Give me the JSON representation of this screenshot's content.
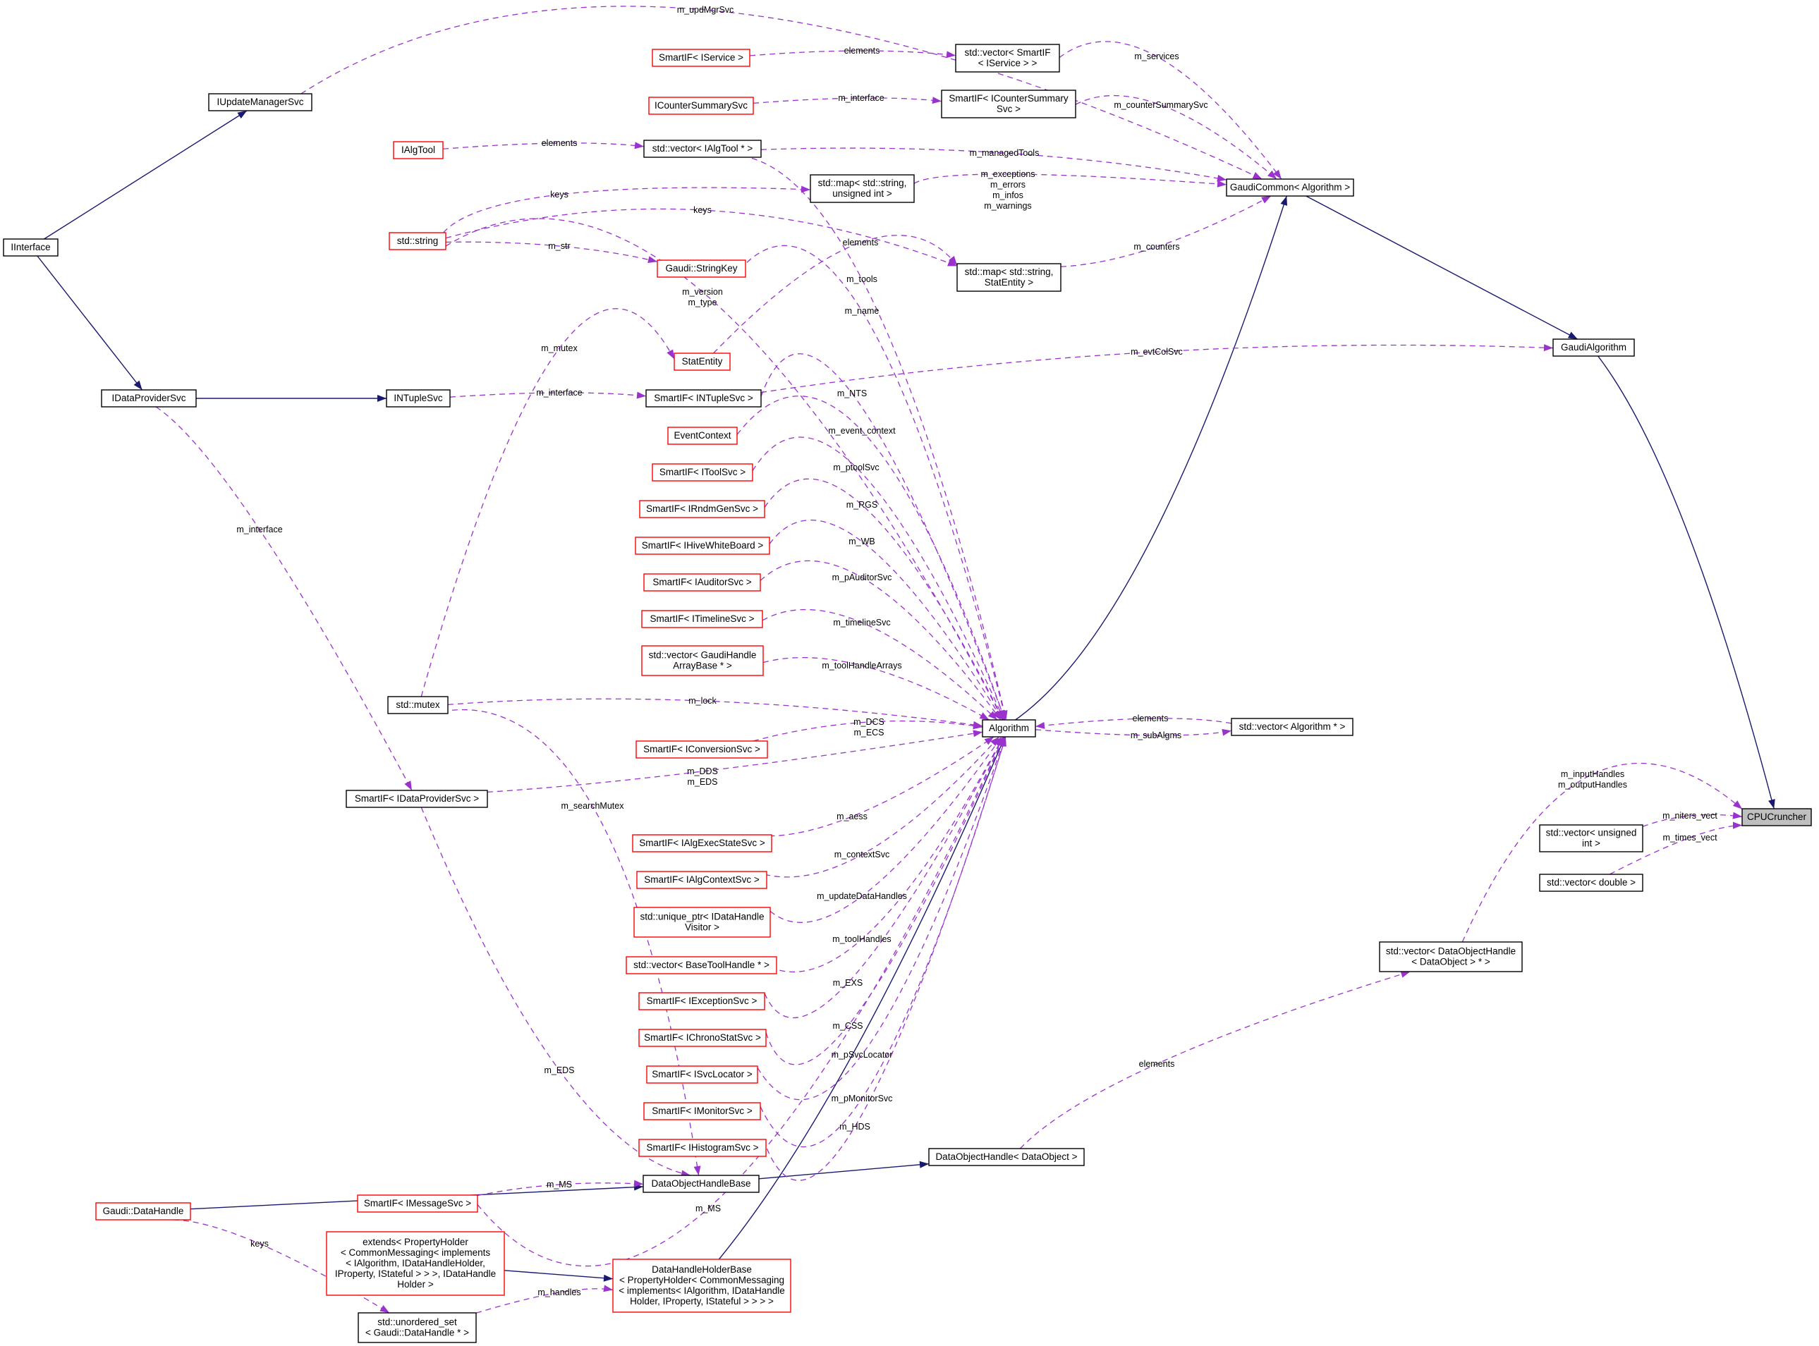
{
  "nodes": [
    {
      "id": "cpucruncher",
      "name": "CPUCruncher",
      "lines": [
        "CPUCruncher"
      ],
      "style": "gray"
    },
    {
      "id": "gaudialgorithm",
      "name": "GaudiAlgorithm",
      "lines": [
        "GaudiAlgorithm"
      ],
      "style": "black"
    },
    {
      "id": "gaudicommon",
      "name": "GaudiCommon< Algorithm >",
      "lines": [
        "GaudiCommon< Algorithm >"
      ],
      "style": "black"
    },
    {
      "id": "algorithm",
      "name": "Algorithm",
      "lines": [
        "Algorithm"
      ],
      "style": "black"
    },
    {
      "id": "vec_smartif_iservice",
      "name": "std::vector< SmartIF< IService > >",
      "lines": [
        "std::vector< SmartIF",
        "< IService > >"
      ],
      "style": "black"
    },
    {
      "id": "smartif_icountersummary",
      "name": "SmartIF< ICounterSummarySvc >",
      "lines": [
        "SmartIF< ICounterSummary",
        "Svc >"
      ],
      "style": "black"
    },
    {
      "id": "vec_ialgtool",
      "name": "std::vector< IAlgTool * >",
      "lines": [
        "std::vector< IAlgTool * >"
      ],
      "style": "black"
    },
    {
      "id": "map_string_uint",
      "name": "std::map< std::string, unsigned int >",
      "lines": [
        "std::map< std::string,",
        "unsigned int >"
      ],
      "style": "black"
    },
    {
      "id": "map_string_statentity",
      "name": "std::map< std::string, StatEntity >",
      "lines": [
        "std::map< std::string,",
        "StatEntity >"
      ],
      "style": "black"
    },
    {
      "id": "smartif_iservice",
      "name": "SmartIF< IService >",
      "lines": [
        "SmartIF< IService >"
      ],
      "style": "red"
    },
    {
      "id": "icountersummarysvc",
      "name": "ICounterSummarySvc",
      "lines": [
        "ICounterSummarySvc"
      ],
      "style": "red"
    },
    {
      "id": "ialgtool",
      "name": "IAlgTool",
      "lines": [
        "IAlgTool"
      ],
      "style": "red"
    },
    {
      "id": "iupdatemanagersvc",
      "name": "IUpdateManagerSvc",
      "lines": [
        "IUpdateManagerSvc"
      ],
      "style": "black"
    },
    {
      "id": "iinterface",
      "name": "IInterface",
      "lines": [
        "IInterface"
      ],
      "style": "black"
    },
    {
      "id": "stdstring",
      "name": "std::string",
      "lines": [
        "std::string"
      ],
      "style": "red"
    },
    {
      "id": "stringkey",
      "name": "Gaudi::StringKey",
      "lines": [
        "Gaudi::StringKey"
      ],
      "style": "red"
    },
    {
      "id": "statentity",
      "name": "StatEntity",
      "lines": [
        "StatEntity"
      ],
      "style": "red"
    },
    {
      "id": "idataprovidersvc",
      "name": "IDataProviderSvc",
      "lines": [
        "IDataProviderSvc"
      ],
      "style": "black"
    },
    {
      "id": "intuplesvc",
      "name": "INTupleSvc",
      "lines": [
        "INTupleSvc"
      ],
      "style": "black"
    },
    {
      "id": "smartif_intuplesvc",
      "name": "SmartIF< INTupleSvc >",
      "lines": [
        "SmartIF< INTupleSvc >"
      ],
      "style": "black"
    },
    {
      "id": "eventcontext",
      "name": "EventContext",
      "lines": [
        "EventContext"
      ],
      "style": "red"
    },
    {
      "id": "smartif_itoolsvc",
      "name": "SmartIF< IToolSvc >",
      "lines": [
        "SmartIF< IToolSvc >"
      ],
      "style": "red"
    },
    {
      "id": "smartif_irndmgensvc",
      "name": "SmartIF< IRndmGenSvc >",
      "lines": [
        "SmartIF< IRndmGenSvc >"
      ],
      "style": "red"
    },
    {
      "id": "smartif_ihivewhiteboard",
      "name": "SmartIF< IHiveWhiteBoard >",
      "lines": [
        "SmartIF< IHiveWhiteBoard >"
      ],
      "style": "red"
    },
    {
      "id": "smartif_iauditorsvc",
      "name": "SmartIF< IAuditorSvc >",
      "lines": [
        "SmartIF< IAuditorSvc >"
      ],
      "style": "red"
    },
    {
      "id": "smartif_itimelinesvc",
      "name": "SmartIF< ITimelineSvc >",
      "lines": [
        "SmartIF< ITimelineSvc >"
      ],
      "style": "red"
    },
    {
      "id": "vec_gaudihandlearraybase",
      "name": "std::vector< GaudiHandleArrayBase * >",
      "lines": [
        "std::vector< GaudiHandle",
        "ArrayBase * >"
      ],
      "style": "red"
    },
    {
      "id": "stdmutex",
      "name": "std::mutex",
      "lines": [
        "std::mutex"
      ],
      "style": "black"
    },
    {
      "id": "smartif_iconversionsvc",
      "name": "SmartIF< IConversionSvc >",
      "lines": [
        "SmartIF< IConversionSvc >"
      ],
      "style": "red"
    },
    {
      "id": "smartif_idataprovidersvc",
      "name": "SmartIF< IDataProviderSvc >",
      "lines": [
        "SmartIF< IDataProviderSvc >"
      ],
      "style": "black"
    },
    {
      "id": "smartif_ialgexecstatesvc",
      "name": "SmartIF< IAlgExecStateSvc >",
      "lines": [
        "SmartIF< IAlgExecStateSvc >"
      ],
      "style": "red"
    },
    {
      "id": "smartif_ialgcontextsvc",
      "name": "SmartIF< IAlgContextSvc >",
      "lines": [
        "SmartIF< IAlgContextSvc >"
      ],
      "style": "red"
    },
    {
      "id": "uniqueptr_idatahandlevisitor",
      "name": "std::unique_ptr< IDataHandleVisitor >",
      "lines": [
        "std::unique_ptr< IDataHandle",
        "Visitor >"
      ],
      "style": "red"
    },
    {
      "id": "vec_basetoolhandle",
      "name": "std::vector< BaseToolHandle * >",
      "lines": [
        "std::vector< BaseToolHandle * >"
      ],
      "style": "red"
    },
    {
      "id": "smartif_iexceptionsvc",
      "name": "SmartIF< IExceptionSvc >",
      "lines": [
        "SmartIF< IExceptionSvc >"
      ],
      "style": "red"
    },
    {
      "id": "smartif_ichronostatsvc",
      "name": "SmartIF< IChronoStatSvc >",
      "lines": [
        "SmartIF< IChronoStatSvc >"
      ],
      "style": "red"
    },
    {
      "id": "smartif_isvclocator",
      "name": "SmartIF< ISvcLocator >",
      "lines": [
        "SmartIF< ISvcLocator >"
      ],
      "style": "red"
    },
    {
      "id": "smartif_imonitorsvc",
      "name": "SmartIF< IMonitorSvc >",
      "lines": [
        "SmartIF< IMonitorSvc >"
      ],
      "style": "red"
    },
    {
      "id": "smartif_ihistogramsvc",
      "name": "SmartIF< IHistogramSvc >",
      "lines": [
        "SmartIF< IHistogramSvc >"
      ],
      "style": "red"
    },
    {
      "id": "dataobjecthandlebase",
      "name": "DataObjectHandleBase",
      "lines": [
        "DataObjectHandleBase"
      ],
      "style": "black"
    },
    {
      "id": "dataobjecthandle_dataobject",
      "name": "DataObjectHandle< DataObject >",
      "lines": [
        "DataObjectHandle< DataObject >"
      ],
      "style": "black"
    },
    {
      "id": "gaudi_datahandle",
      "name": "Gaudi::DataHandle",
      "lines": [
        "Gaudi::DataHandle"
      ],
      "style": "red"
    },
    {
      "id": "smartif_imessagesvc",
      "name": "SmartIF< IMessageSvc >",
      "lines": [
        "SmartIF< IMessageSvc >"
      ],
      "style": "red"
    },
    {
      "id": "extends_propertyholder",
      "name": "extends< PropertyHolder ... >",
      "lines": [
        "extends< PropertyHolder",
        "< CommonMessaging< implements",
        "< IAlgorithm, IDataHandleHolder,",
        "IProperty, IStateful > > >, IDataHandle",
        "Holder >"
      ],
      "style": "red"
    },
    {
      "id": "datahandleholderbase",
      "name": "DataHandleHolderBase< ... >",
      "lines": [
        "DataHandleHolderBase",
        "< PropertyHolder< CommonMessaging",
        "< implements< IAlgorithm, IDataHandle",
        "Holder, IProperty, IStateful > > > >"
      ],
      "style": "red"
    },
    {
      "id": "unordered_set_datahandle",
      "name": "std::unordered_set< Gaudi::DataHandle * >",
      "lines": [
        "std::unordered_set",
        "< Gaudi::DataHandle * >"
      ],
      "style": "black"
    },
    {
      "id": "vec_dataobjecthandle",
      "name": "std::vector< DataObjectHandle< DataObject > * >",
      "lines": [
        "std::vector< DataObjectHandle",
        "< DataObject > * >"
      ],
      "style": "black"
    },
    {
      "id": "vec_unsigned_int",
      "name": "std::vector< unsigned int >",
      "lines": [
        "std::vector< unsigned",
        "int >"
      ],
      "style": "black"
    },
    {
      "id": "vec_algorithm",
      "name": "std::vector< Algorithm * >",
      "lines": [
        "std::vector< Algorithm * >"
      ],
      "style": "black"
    },
    {
      "id": "vec_double",
      "name": "std::vector< double >",
      "lines": [
        "std::vector< double >"
      ],
      "style": "black"
    }
  ],
  "edges": [
    {
      "from": "gaudialgorithm",
      "to": "cpucruncher",
      "kind": "inherit",
      "labels": []
    },
    {
      "from": "gaudicommon",
      "to": "gaudialgorithm",
      "kind": "inherit",
      "labels": []
    },
    {
      "from": "algorithm",
      "to": "gaudicommon",
      "kind": "inherit",
      "labels": []
    },
    {
      "from": "datahandleholderbase",
      "to": "algorithm",
      "kind": "inherit",
      "labels": []
    },
    {
      "from": "extends_propertyholder",
      "to": "datahandleholderbase",
      "kind": "inherit",
      "labels": []
    },
    {
      "from": "iinterface",
      "to": "iupdatemanagersvc",
      "kind": "inherit",
      "labels": []
    },
    {
      "from": "iinterface",
      "to": "idataprovidersvc",
      "kind": "inherit",
      "labels": []
    },
    {
      "from": "idataprovidersvc",
      "to": "intuplesvc",
      "kind": "inherit",
      "labels": []
    },
    {
      "from": "gaudi_datahandle",
      "to": "dataobjecthandlebase",
      "kind": "inherit",
      "labels": []
    },
    {
      "from": "dataobjecthandlebase",
      "to": "dataobjecthandle_dataobject",
      "kind": "inherit",
      "labels": []
    },
    {
      "from": "vec_unsigned_int",
      "to": "cpucruncher",
      "kind": "usage",
      "labels": [
        "m_niters_vect"
      ]
    },
    {
      "from": "vec_double",
      "to": "cpucruncher",
      "kind": "usage",
      "labels": [
        "m_times_vect"
      ]
    },
    {
      "from": "vec_dataobjecthandle",
      "to": "cpucruncher",
      "kind": "usage",
      "labels": [
        "m_inputHandles",
        "m_outputHandles"
      ]
    },
    {
      "from": "dataobjecthandle_dataobject",
      "to": "vec_dataobjecthandle",
      "kind": "usage",
      "labels": [
        "elements"
      ]
    },
    {
      "from": "smartif_intuplesvc",
      "to": "gaudialgorithm",
      "kind": "usage",
      "labels": [
        "m_evtColSvc"
      ]
    },
    {
      "from": "iupdatemanagersvc",
      "to": "gaudicommon",
      "kind": "usage",
      "labels": [
        "m_updMgrSvc"
      ]
    },
    {
      "from": "vec_smartif_iservice",
      "to": "gaudicommon",
      "kind": "usage",
      "labels": [
        "m_services"
      ]
    },
    {
      "from": "smartif_icountersummary",
      "to": "gaudicommon",
      "kind": "usage",
      "labels": [
        "m_counterSummarySvc"
      ]
    },
    {
      "from": "vec_ialgtool",
      "to": "gaudicommon",
      "kind": "usage",
      "labels": [
        "m_managedTools"
      ]
    },
    {
      "from": "map_string_uint",
      "to": "gaudicommon",
      "kind": "usage",
      "labels": [
        "m_exceptions",
        "m_errors",
        "m_infos",
        "m_warnings"
      ]
    },
    {
      "from": "map_string_statentity",
      "to": "gaudicommon",
      "kind": "usage",
      "labels": [
        "m_counters"
      ]
    },
    {
      "from": "smartif_iservice",
      "to": "vec_smartif_iservice",
      "kind": "usage",
      "labels": [
        "elements"
      ]
    },
    {
      "from": "icountersummarysvc",
      "to": "smartif_icountersummary",
      "kind": "usage",
      "labels": [
        "m_interface"
      ]
    },
    {
      "from": "ialgtool",
      "to": "vec_ialgtool",
      "kind": "usage",
      "labels": [
        "elements"
      ]
    },
    {
      "from": "stdstring",
      "to": "map_string_uint",
      "kind": "usage",
      "labels": [
        "keys"
      ]
    },
    {
      "from": "stdstring",
      "to": "map_string_statentity",
      "kind": "usage",
      "labels": [
        "keys"
      ]
    },
    {
      "from": "statentity",
      "to": "map_string_statentity",
      "kind": "usage",
      "labels": [
        "elements"
      ]
    },
    {
      "from": "stdstring",
      "to": "stringkey",
      "kind": "usage",
      "labels": [
        "m_str"
      ]
    },
    {
      "from": "stdstring",
      "to": "algorithm",
      "kind": "usage",
      "labels": [
        "m_version",
        "m_type"
      ]
    },
    {
      "from": "stringkey",
      "to": "algorithm",
      "kind": "usage",
      "labels": [
        "m_name"
      ]
    },
    {
      "from": "vec_ialgtool",
      "to": "algorithm",
      "kind": "usage",
      "labels": [
        "m_tools"
      ]
    },
    {
      "from": "intuplesvc",
      "to": "smartif_intuplesvc",
      "kind": "usage",
      "labels": [
        "m_interface"
      ]
    },
    {
      "from": "smartif_intuplesvc",
      "to": "algorithm",
      "kind": "usage",
      "labels": [
        "m_NTS"
      ]
    },
    {
      "from": "eventcontext",
      "to": "algorithm",
      "kind": "usage",
      "labels": [
        "m_event_context"
      ]
    },
    {
      "from": "smartif_itoolsvc",
      "to": "algorithm",
      "kind": "usage",
      "labels": [
        "m_ptoolSvc"
      ]
    },
    {
      "from": "smartif_irndmgensvc",
      "to": "algorithm",
      "kind": "usage",
      "labels": [
        "m_RGS"
      ]
    },
    {
      "from": "smartif_ihivewhiteboard",
      "to": "algorithm",
      "kind": "usage",
      "labels": [
        "m_WB"
      ]
    },
    {
      "from": "smartif_iauditorsvc",
      "to": "algorithm",
      "kind": "usage",
      "labels": [
        "m_pAuditorSvc"
      ]
    },
    {
      "from": "smartif_itimelinesvc",
      "to": "algorithm",
      "kind": "usage",
      "labels": [
        "m_timelineSvc"
      ]
    },
    {
      "from": "vec_gaudihandlearraybase",
      "to": "algorithm",
      "kind": "usage",
      "labels": [
        "m_toolHandleArrays"
      ]
    },
    {
      "from": "stdmutex",
      "to": "algorithm",
      "kind": "usage",
      "labels": [
        "m_lock"
      ]
    },
    {
      "from": "stdmutex",
      "to": "statentity",
      "kind": "usage",
      "labels": [
        "m_mutex"
      ]
    },
    {
      "from": "stdmutex",
      "to": "dataobjecthandlebase",
      "kind": "usage",
      "labels": [
        "m_searchMutex"
      ]
    },
    {
      "from": "smartif_iconversionsvc",
      "to": "algorithm",
      "kind": "usage",
      "labels": [
        "m_DCS",
        "m_ECS"
      ]
    },
    {
      "from": "smartif_idataprovidersvc",
      "to": "algorithm",
      "kind": "usage",
      "labels": [
        "m_DDS",
        "m_EDS"
      ]
    },
    {
      "from": "idataprovidersvc",
      "to": "smartif_idataprovidersvc",
      "kind": "usage",
      "labels": [
        "m_interface"
      ]
    },
    {
      "from": "smartif_idataprovidersvc",
      "to": "dataobjecthandlebase",
      "kind": "usage",
      "labels": [
        "m_EDS"
      ]
    },
    {
      "from": "smartif_ialgexecstatesvc",
      "to": "algorithm",
      "kind": "usage",
      "labels": [
        "m_aess"
      ]
    },
    {
      "from": "smartif_ialgcontextsvc",
      "to": "algorithm",
      "kind": "usage",
      "labels": [
        "m_contextSvc"
      ]
    },
    {
      "from": "uniqueptr_idatahandlevisitor",
      "to": "algorithm",
      "kind": "usage",
      "labels": [
        "m_updateDataHandles"
      ]
    },
    {
      "from": "vec_basetoolhandle",
      "to": "algorithm",
      "kind": "usage",
      "labels": [
        "m_toolHandles"
      ]
    },
    {
      "from": "smartif_iexceptionsvc",
      "to": "algorithm",
      "kind": "usage",
      "labels": [
        "m_EXS"
      ]
    },
    {
      "from": "smartif_ichronostatsvc",
      "to": "algorithm",
      "kind": "usage",
      "labels": [
        "m_CSS"
      ]
    },
    {
      "from": "smartif_isvclocator",
      "to": "algorithm",
      "kind": "usage",
      "labels": [
        "m_pSvcLocator"
      ]
    },
    {
      "from": "smartif_imonitorsvc",
      "to": "algorithm",
      "kind": "usage",
      "labels": [
        "m_pMonitorSvc"
      ]
    },
    {
      "from": "smartif_ihistogramsvc",
      "to": "algorithm",
      "kind": "usage",
      "labels": [
        "m_HDS"
      ]
    },
    {
      "from": "smartif_imessagesvc",
      "to": "algorithm",
      "kind": "usage",
      "labels": [
        "m_MS"
      ]
    },
    {
      "from": "smartif_imessagesvc",
      "to": "dataobjecthandlebase",
      "kind": "usage",
      "labels": [
        "m_MS"
      ]
    },
    {
      "from": "vec_algorithm",
      "to": "algorithm",
      "kind": "usage",
      "labels": [
        "elements"
      ]
    },
    {
      "from": "algorithm",
      "to": "vec_algorithm",
      "kind": "usage",
      "labels": [
        "m_subAlgms"
      ]
    },
    {
      "from": "gaudi_datahandle",
      "to": "unordered_set_datahandle",
      "kind": "usage",
      "labels": [
        "keys"
      ]
    },
    {
      "from": "unordered_set_datahandle",
      "to": "datahandleholderbase",
      "kind": "usage",
      "labels": [
        "m_handles"
      ]
    }
  ]
}
